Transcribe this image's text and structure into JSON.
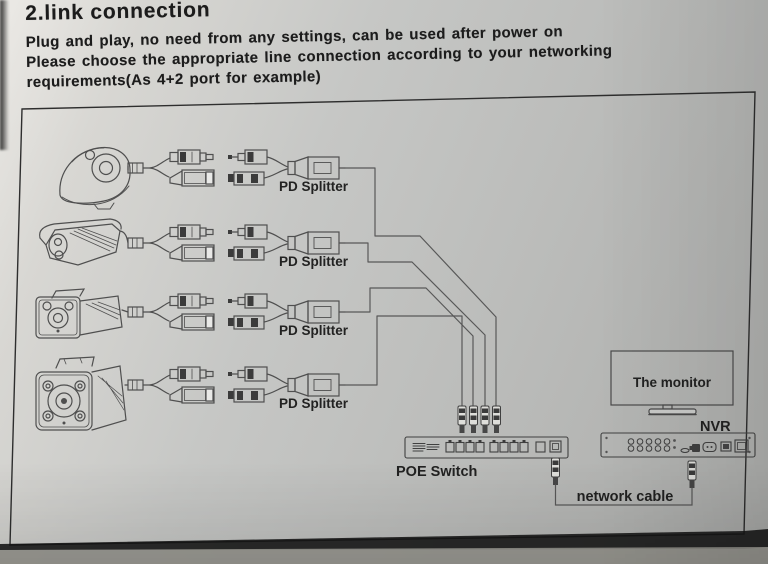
{
  "header": {
    "title": "2.link connection",
    "body_lines": [
      "Plug and play, no need from any settings, can be used after power on",
      "Please choose the appropriate line connection according to your networking",
      "requirements(As 4+2 port for example)"
    ]
  },
  "diagram": {
    "splitter_labels": [
      "PD Splitter",
      "PD Splitter",
      "PD Splitter",
      "PD Splitter"
    ],
    "switch_label": "POE Switch",
    "monitor_label": "The monitor",
    "nvr_label": "NVR",
    "cable_label": "network cable",
    "camera_icons": [
      "dome-camera-icon",
      "bullet-camera-side-icon",
      "box-camera-icon",
      "bullet-camera-front-icon"
    ]
  },
  "colors": {
    "paper_light": "#eceae6",
    "paper": "#c6c7c5",
    "paper_dark": "#abacaa",
    "ink": "#1c1c1c",
    "line_art": "#4f4f4f",
    "box_border": "#2e2e2e",
    "shadow_band": "#181818"
  }
}
